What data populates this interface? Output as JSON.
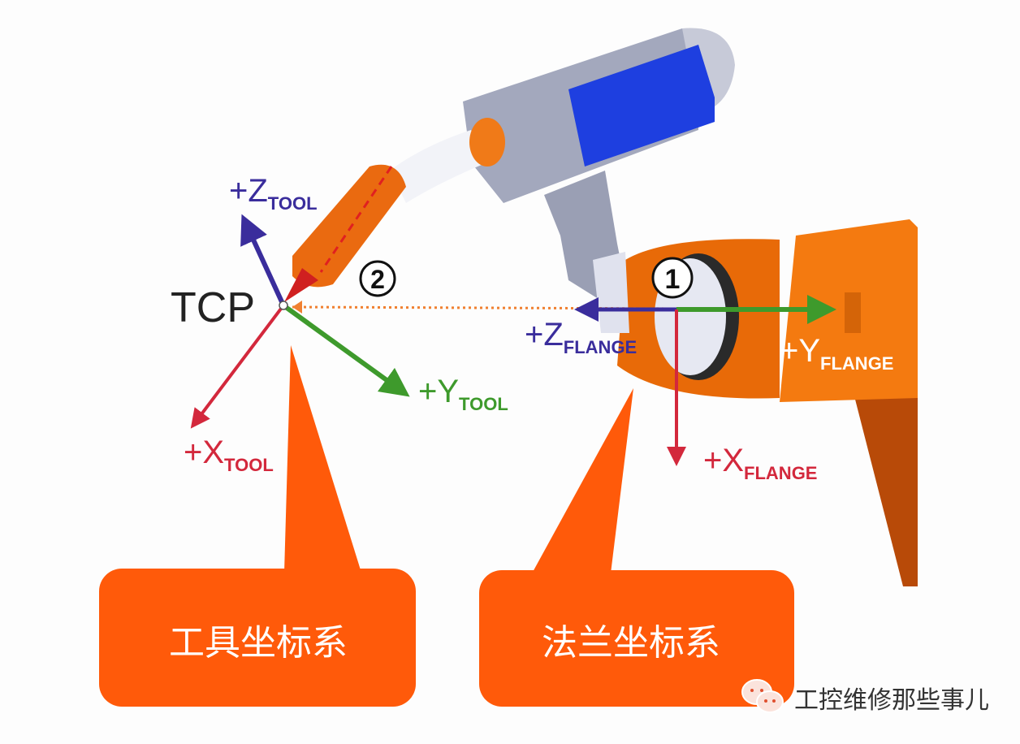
{
  "labels": {
    "tcp": "TCP",
    "z_tool": {
      "main": "+Z",
      "sub": "TOOL"
    },
    "y_tool": {
      "main": "+Y",
      "sub": "TOOL"
    },
    "x_tool": {
      "main": "+X",
      "sub": "TOOL"
    },
    "z_flange": {
      "main": "+Z",
      "sub": "FLANGE"
    },
    "y_flange": {
      "main": "+Y",
      "sub": "FLANGE"
    },
    "x_flange": {
      "main": "+X",
      "sub": "FLANGE"
    },
    "marker_1": "1",
    "marker_2": "2"
  },
  "callouts": [
    {
      "text": "工具坐标系"
    },
    {
      "text": "法兰坐标系"
    }
  ],
  "watermark": {
    "text": "工控维修那些事儿",
    "icon": "wechat-icon"
  },
  "colors": {
    "z_axis": "#3a2d9c",
    "y_axis": "#3e9a2c",
    "x_axis": "#d3283c",
    "callout": "#ff5a0a",
    "robot_orange": "#f47a10",
    "tool_gray": "#a3a8bd",
    "motor_blue": "#1e3fe0"
  }
}
